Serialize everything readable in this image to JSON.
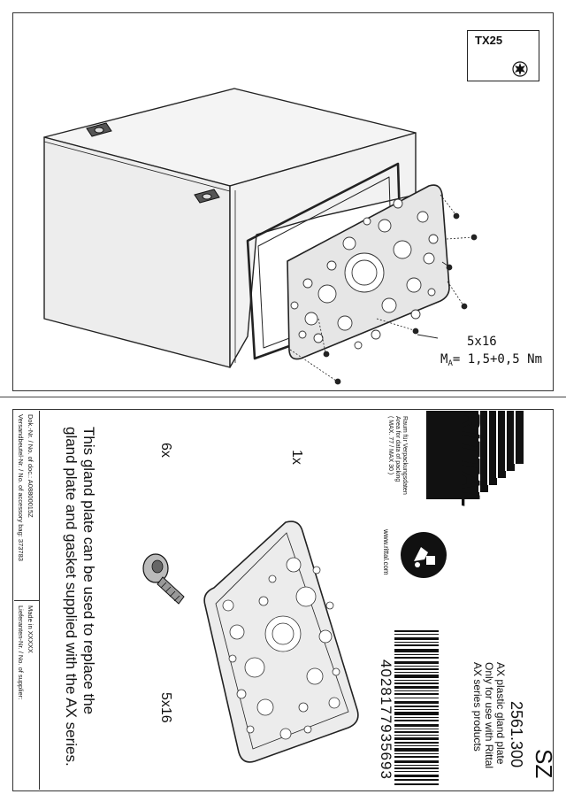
{
  "top": {
    "tool_label": "TX25",
    "screw_spec": "5x16",
    "torque_symbol": "M",
    "torque_sub": "A",
    "torque_value": "= 1,5+0,5 Nm"
  },
  "bottom": {
    "code": "SZ",
    "part_number": "2561.300",
    "desc_line1": "AX plastic gland plate",
    "desc_line2": "Only for use with Rittal",
    "desc_line3": "AX series products",
    "barcode_number": "4028177935693",
    "website": "www.rittal.com",
    "brand": "RITTAL",
    "label_space_lines": [
      "Raum für Verpackungsdaten",
      "Area for data of packing",
      "( MAX. 77 / MAX 30 )"
    ],
    "qty_plate": "1x",
    "qty_screw": "6x",
    "screw_size": "5x16",
    "note_line1": "This gland plate can be used to replace the",
    "note_line2": "gland plate and gasket supplied with the AX series.",
    "doc_no": "Dok.-Nr. / No. of doc.: A08800015Z",
    "bag_no": "Versandbeutel-Nr. / No. of accessory bag: 373783",
    "made_in": "Made in XXXXX",
    "supplier_no": "Lieferanten-Nr. / No. of supplier:"
  }
}
